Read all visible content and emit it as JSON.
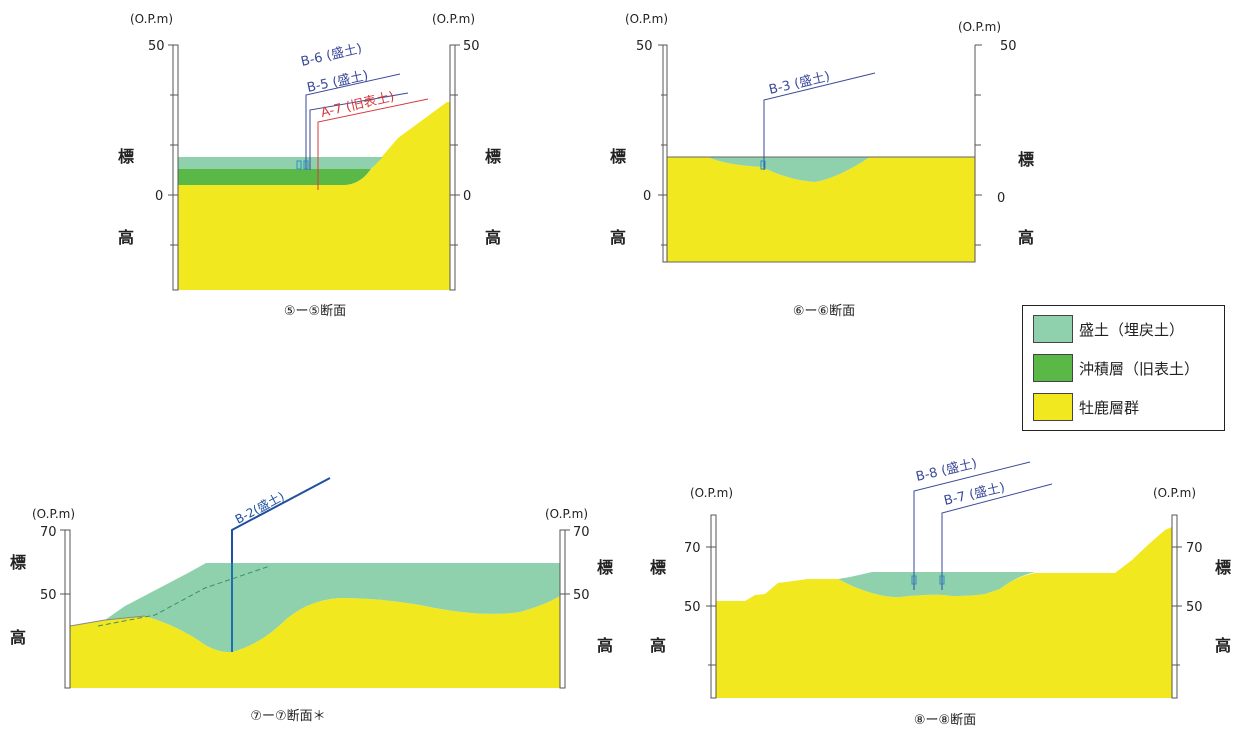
{
  "colors": {
    "fill_soil": "#8fd1ad",
    "alluvium": "#5ab846",
    "bedrock": "#f2e81f",
    "frame": "#444444",
    "label_blue": "#3a4a9a",
    "label_red": "#d83a3a",
    "label_dark_blue": "#1e4fa0"
  },
  "legend": {
    "items": [
      {
        "label": "盛土（埋戻土）",
        "color": "#8fd1ad"
      },
      {
        "label": "沖積層（旧表土）",
        "color": "#5ab846"
      },
      {
        "label": "牡鹿層群",
        "color": "#f2e81f"
      }
    ]
  },
  "panels": [
    {
      "id": "s5",
      "caption": "⑤ー⑤断面",
      "unit_left": "(O.P.m)",
      "unit_right": "(O.P.m)",
      "ticks_left": [
        "50",
        "0"
      ],
      "ticks_right": [
        "50",
        "0"
      ],
      "elev_top": "標",
      "elev_bottom": "高",
      "boreholes": [
        {
          "label": "B-6 (盛土)",
          "color": "blue"
        },
        {
          "label": "B-5 (盛土)",
          "color": "blue"
        },
        {
          "label": "A-7 (旧表土)",
          "color": "red"
        }
      ]
    },
    {
      "id": "s6",
      "caption": "⑥ー⑥断面",
      "unit_left": "(O.P.m)",
      "unit_right": "(O.P.m)",
      "ticks_left": [
        "50",
        "0"
      ],
      "ticks_right": [
        "50",
        "0"
      ],
      "elev_top": "標",
      "elev_bottom": "高",
      "boreholes": [
        {
          "label": "B-3 (盛土)",
          "color": "blue"
        }
      ]
    },
    {
      "id": "s7",
      "caption": "⑦ー⑦断面＊",
      "unit_left": "(O.P.m)",
      "unit_right": "(O.P.m)",
      "ticks_left": [
        "70",
        "50"
      ],
      "ticks_right": [
        "70",
        "50"
      ],
      "elev_top": "標",
      "elev_bottom": "高",
      "boreholes": [
        {
          "label": "B-2(盛土)",
          "color": "dark_blue"
        }
      ]
    },
    {
      "id": "s8",
      "caption": "⑧ー⑧断面",
      "unit_left": "(O.P.m)",
      "unit_right": "(O.P.m)",
      "ticks_left": [
        "70",
        "50"
      ],
      "ticks_right": [
        "70",
        "50"
      ],
      "elev_top": "標",
      "elev_bottom": "高",
      "boreholes": [
        {
          "label": "B-8 (盛土)",
          "color": "blue"
        },
        {
          "label": "B-7 (盛土)",
          "color": "blue"
        }
      ]
    }
  ]
}
